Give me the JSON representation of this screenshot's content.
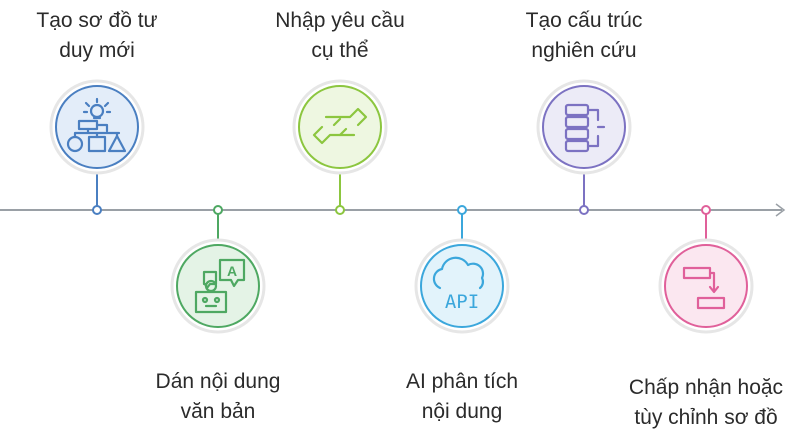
{
  "steps": [
    {
      "label": "Tạo sơ đồ tư\nduy mới",
      "icon": "flowchart-lightbulb-icon",
      "color": "#4a7fc1",
      "fill": "#e3edf9",
      "position": "top"
    },
    {
      "label": "Dán nội dung\nvăn bản",
      "icon": "robot-chat-icon",
      "color": "#4ea862",
      "fill": "#e4f3e6",
      "position": "bottom"
    },
    {
      "label": "Nhập yêu cầu\ncụ thể",
      "icon": "exchange-arrows-icon",
      "color": "#8cc63f",
      "fill": "#eef7e1",
      "position": "top"
    },
    {
      "label": "AI phân tích\nnội dung",
      "icon": "cloud-api-icon",
      "color": "#3ba7dc",
      "fill": "#e2f3fb",
      "position": "bottom"
    },
    {
      "label": "Tạo cấu trúc\nnghiên cứu",
      "icon": "list-structure-icon",
      "color": "#7c72c2",
      "fill": "#ecebf7",
      "position": "top"
    },
    {
      "label": "Chấp nhận hoặc\ntùy chỉnh sơ đồ",
      "icon": "flow-arrow-icon",
      "color": "#e0609a",
      "fill": "#fbe7f0",
      "position": "bottom"
    }
  ],
  "api_text": "API",
  "a_text": "A",
  "timeline_color": "#9aa0a6"
}
